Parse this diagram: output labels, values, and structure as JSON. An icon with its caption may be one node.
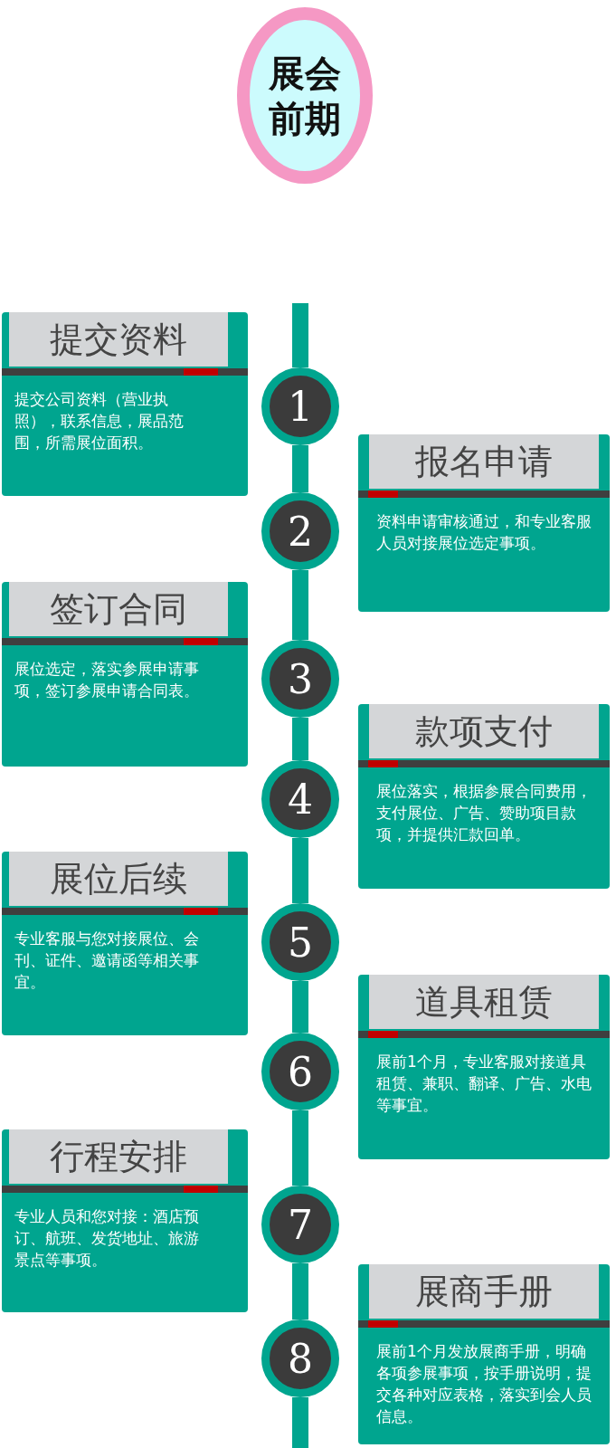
{
  "diagram": {
    "nodes": [
      {
        "text": [
          "展会前期"
        ]
      },
      {
        "text": [
          "提交资料",
          "提交公司资料（营业执照），联系信息，展品范围，所需展位面积。"
        ]
      },
      {
        "text": [
          "1"
        ]
      },
      {
        "text": [
          "报名申请",
          "资料申请审核通过，和专业客服人员对接展位选定事项。"
        ]
      },
      {
        "text": [
          "2"
        ]
      },
      {
        "text": [
          "签订合同",
          "展位选定，落实参展申请事项，签订参展申请合同表。"
        ]
      },
      {
        "text": [
          "3"
        ]
      },
      {
        "text": [
          "款项支付",
          "展位落实，根据参展合同费用，支付展位、广告、赞助项目款项，并提供汇款回单。"
        ]
      },
      {
        "text": [
          "4"
        ]
      },
      {
        "text": [
          "展位后续",
          "专业客服与您对接展位、会刊、证件、邀请函等相关事宜。"
        ]
      },
      {
        "text": [
          "5"
        ]
      },
      {
        "text": [
          "道具租赁",
          "展前1个月，专业客服对接道具租赁、兼职、翻译、广告、水电等事宜。"
        ]
      },
      {
        "text": [
          "6"
        ]
      },
      {
        "text": [
          "行程安排",
          "专业人员和您对接：酒店预订、航班、发货地址、旅游景点等事项。"
        ]
      },
      {
        "text": [
          "7"
        ]
      },
      {
        "text": [
          "展商手册",
          "展前1个月发放展商手册，明确各项参展事项，按手册说明，提交各种对应表格，落实到会人员信息。"
        ]
      },
      {
        "text": [
          "8"
        ]
      }
    ],
    "edges": [
      {
        "from": 2,
        "to": 4,
        "arrow": "none"
      },
      {
        "from": 4,
        "to": 6,
        "arrow": "none"
      },
      {
        "from": 6,
        "to": 8,
        "arrow": "none"
      },
      {
        "from": 8,
        "to": 10,
        "arrow": "none"
      },
      {
        "from": 10,
        "to": 12,
        "arrow": "none"
      },
      {
        "from": 12,
        "to": 14,
        "arrow": "none"
      },
      {
        "from": 14,
        "to": 16,
        "arrow": "none"
      }
    ]
  }
}
